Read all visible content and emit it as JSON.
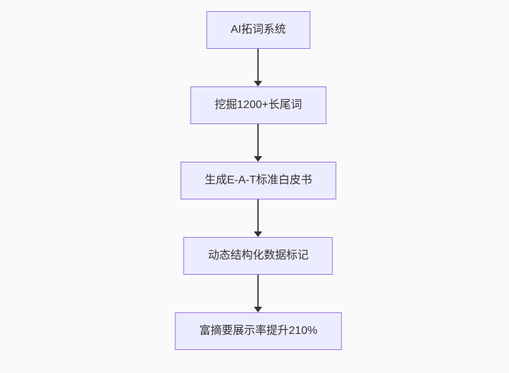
{
  "diagram": {
    "type": "flowchart",
    "direction": "top-down",
    "nodes": [
      {
        "id": 1,
        "label": "AI拓词系统"
      },
      {
        "id": 2,
        "label": "挖掘1200+长尾词"
      },
      {
        "id": 3,
        "label": "生成E-A-T标准白皮书"
      },
      {
        "id": 4,
        "label": "动态结构化数据标记"
      },
      {
        "id": 5,
        "label": "富摘要展示率提升210%"
      }
    ],
    "edges": [
      {
        "from": 1,
        "to": 2
      },
      {
        "from": 2,
        "to": 3
      },
      {
        "from": 3,
        "to": 4
      },
      {
        "from": 4,
        "to": 5
      }
    ],
    "colors": {
      "node_fill": "#ECECFF",
      "node_border": "#9370DB",
      "edge_line": "#333333",
      "text": "#333333",
      "background": "#FAFAFA"
    }
  }
}
